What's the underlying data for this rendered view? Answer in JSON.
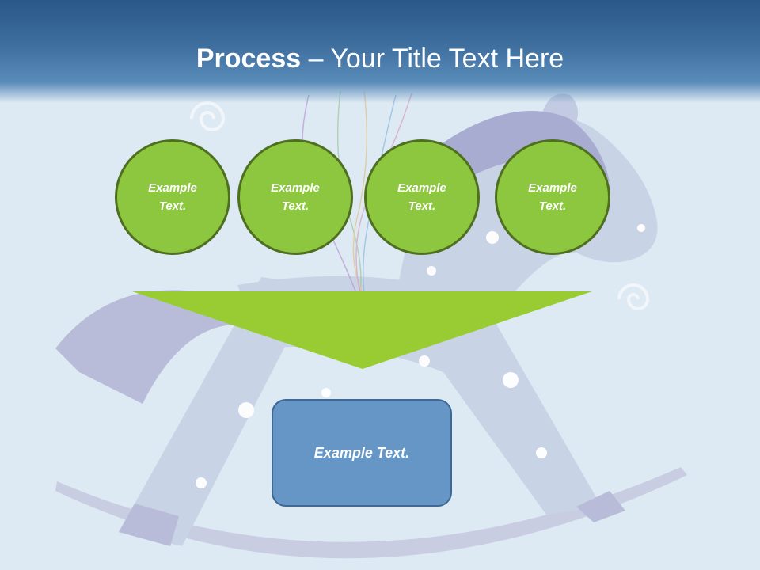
{
  "title": {
    "bold": "Process",
    "rest": " – Your Title Text Here"
  },
  "steps": [
    {
      "line1": "Example",
      "line2": "Text."
    },
    {
      "line1": "Example",
      "line2": "Text."
    },
    {
      "line1": "Example",
      "line2": "Text."
    },
    {
      "line1": "Example",
      "line2": "Text."
    }
  ],
  "result": {
    "label": "Example Text."
  },
  "colors": {
    "header": "#2a5887",
    "background": "#deeaf3",
    "circle_fill": "#8dc63f",
    "circle_border": "#4d6f1f",
    "funnel": "#99cc33",
    "box_fill": "#6596c6",
    "box_border": "#3f6894"
  }
}
